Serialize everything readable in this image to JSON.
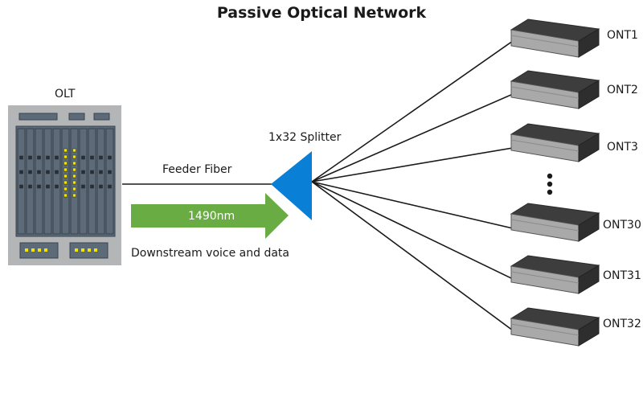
{
  "title": "Passive Optical Network",
  "olt": {
    "label": "OLT"
  },
  "feeder": {
    "label": "Feeder Fiber"
  },
  "arrow": {
    "label": "1490nm",
    "caption": "Downstream voice and data",
    "color": "#6aac44"
  },
  "splitter": {
    "label": "1x32 Splitter",
    "color": "#0a7fd6"
  },
  "onts": [
    {
      "label": "ONT1"
    },
    {
      "label": "ONT2"
    },
    {
      "label": "ONT3"
    },
    {
      "label": "ONT30"
    },
    {
      "label": "ONT31"
    },
    {
      "label": "ONT32"
    }
  ],
  "ellipsis_icon": "vertical-ellipsis-icon",
  "colors": {
    "line": "#1a1a1a",
    "olt_body": "#b3b5b7",
    "led": "#f2e600",
    "ont_top": "#3d3d3d",
    "ont_front": "#a9a9a9"
  }
}
